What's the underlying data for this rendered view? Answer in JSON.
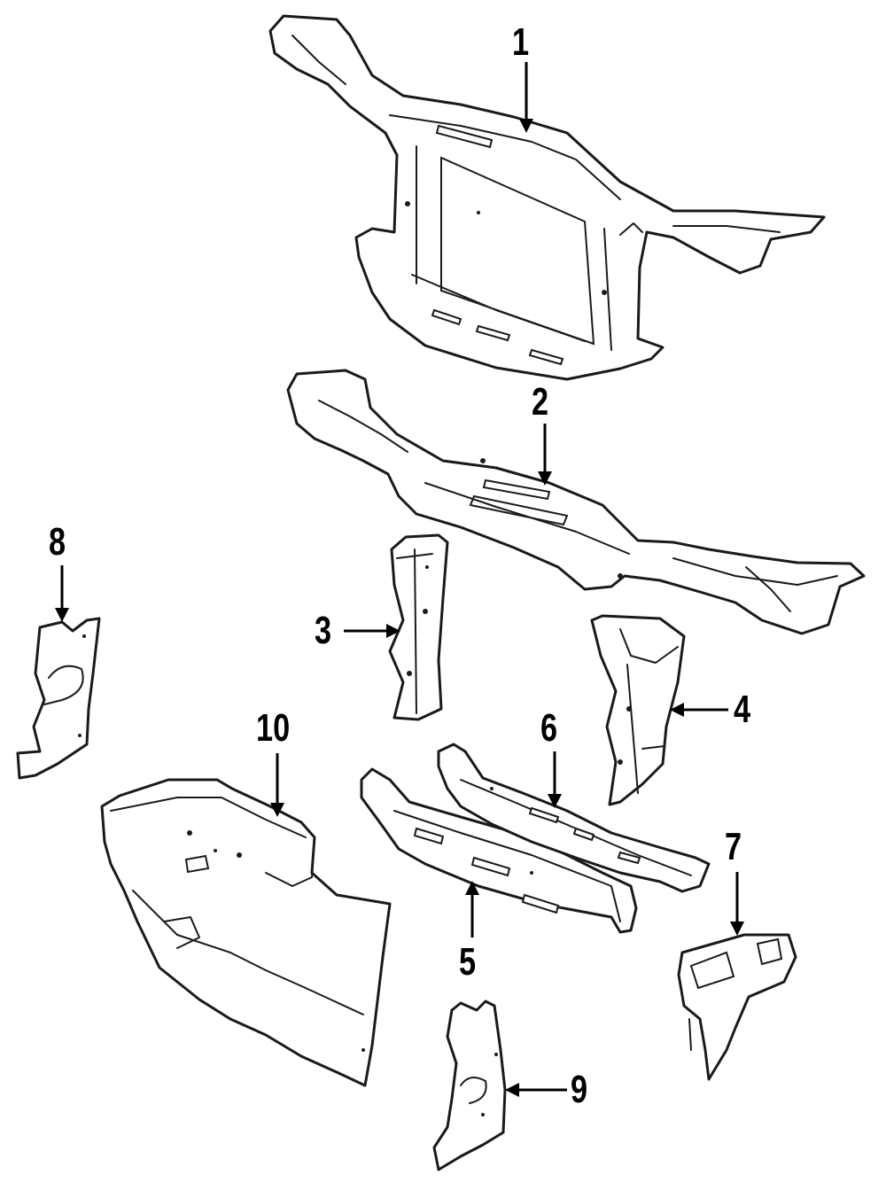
{
  "diagram": {
    "callouts": [
      {
        "id": "1",
        "label": "1"
      },
      {
        "id": "2",
        "label": "2"
      },
      {
        "id": "3",
        "label": "3"
      },
      {
        "id": "4",
        "label": "4"
      },
      {
        "id": "5",
        "label": "5"
      },
      {
        "id": "6",
        "label": "6"
      },
      {
        "id": "7",
        "label": "7"
      },
      {
        "id": "8",
        "label": "8"
      },
      {
        "id": "9",
        "label": "9"
      },
      {
        "id": "10",
        "label": "10"
      }
    ],
    "line_color": "#1a1a1a",
    "background": "#ffffff"
  }
}
